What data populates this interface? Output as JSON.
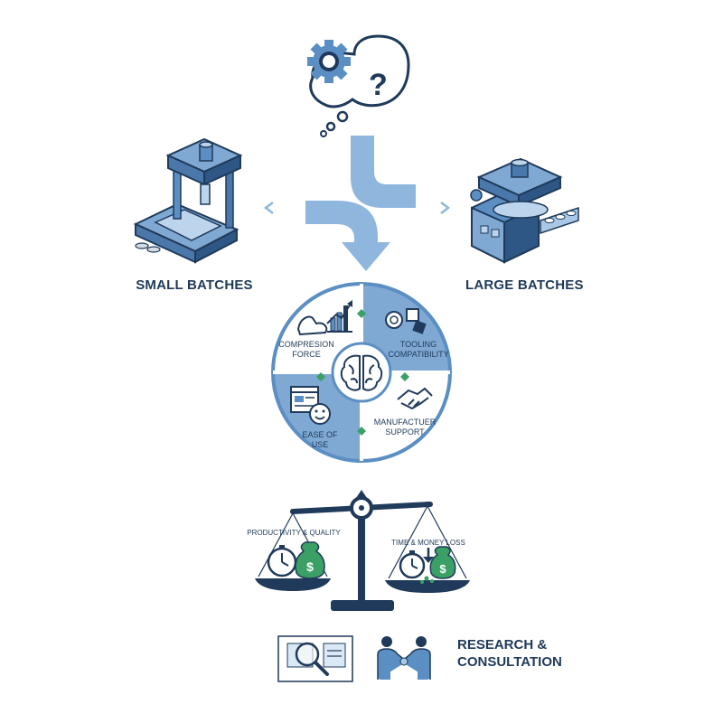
{
  "labels": {
    "small_batches": "SMALL BATCHES",
    "large_batches": "LARGE BATCHES"
  },
  "factors": [
    {
      "label": "COMPRESION FORCE"
    },
    {
      "label": "TOOLING COMPATIBILITY"
    },
    {
      "label": "EASE OF USE"
    },
    {
      "label": "MANUFACTUER SUPPORT"
    }
  ],
  "scale": {
    "left_label": "PRODUCTIVITY & QUALITY",
    "right_label": "TIME & MONEY LOSS"
  },
  "footer": {
    "line1": "RESEARCH &",
    "line2": "CONSULTATION"
  },
  "colors": {
    "navy": "#1f3a5a",
    "steel_blue": "#5b8fc4",
    "light_blue": "#a9c8e6",
    "pale_blue": "#dbe8f5",
    "green": "#3aa065"
  },
  "icons": {
    "question": "gear-question-thought-icon",
    "press_small": "benchtop-tablet-press-icon",
    "press_large": "rotary-tablet-press-icon",
    "arrow": "split-arrow-icon",
    "brain": "brain-icon",
    "scale": "balance-scale-icon",
    "magnifier": "magnifier-document-icon",
    "handshake": "people-handshake-icon"
  }
}
